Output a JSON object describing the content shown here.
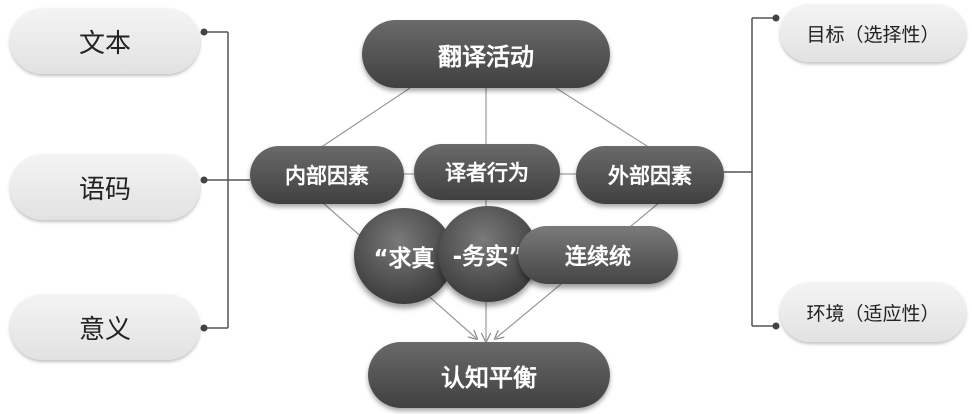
{
  "left_items": [
    "文本",
    "语码",
    "意义"
  ],
  "right_items": [
    "目标（选择性）",
    "环境（适应性）"
  ],
  "top_node": "翻译活动",
  "middle_nodes": [
    "内部因素",
    "译者行为",
    "外部因素"
  ],
  "quote_part1": "“求真",
  "quote_part2": "-务实”",
  "continuum": "连续统",
  "bottom_node": "认知平衡",
  "colors": {
    "dark": "#4a4a4a",
    "light": "#e8e8e8",
    "line": "#888888"
  }
}
